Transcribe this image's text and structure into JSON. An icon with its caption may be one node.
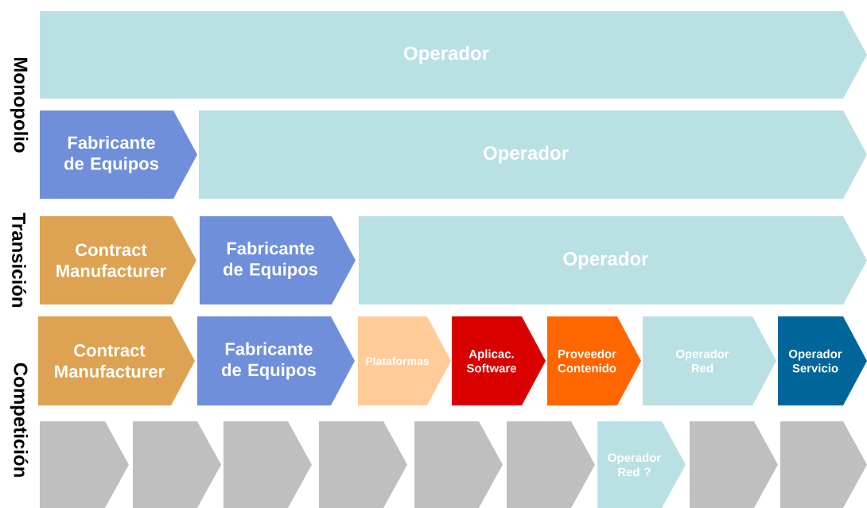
{
  "diagram": {
    "nodes": [
      {
        "text": [
          "Operador"
        ]
      },
      {
        "text": [
          "Fabricante de Equipos"
        ]
      },
      {
        "text": [
          "Operador"
        ]
      },
      {
        "text": [
          "Contract Manufacturer"
        ]
      },
      {
        "text": [
          "Fabricante de Equipos"
        ]
      },
      {
        "text": [
          "Operador"
        ]
      },
      {
        "text": [
          "Contract Manufacturer"
        ]
      },
      {
        "text": [
          "Fabricante de Equipos"
        ]
      },
      {
        "text": [
          "Plataformas"
        ]
      },
      {
        "text": [
          "Aplicac. Software"
        ]
      },
      {
        "text": [
          "Proveedor Contenido"
        ]
      },
      {
        "text": [
          "Operador Red"
        ]
      },
      {
        "text": [
          "Operador Servicio"
        ]
      },
      {
        "text": [],
        "shape": "chevron"
      },
      {
        "text": [],
        "shape": "chevron"
      },
      {
        "text": [],
        "shape": "chevron"
      },
      {
        "text": [],
        "shape": "chevron"
      },
      {
        "text": [],
        "shape": "chevron"
      },
      {
        "text": [],
        "shape": "chevron"
      },
      {
        "text": [
          "Operador Red ?"
        ]
      },
      {
        "text": [],
        "shape": "chevron"
      },
      {
        "text": [],
        "shape": "chevron"
      }
    ],
    "labels": [
      "Monopolio",
      "Transición",
      "Competición"
    ]
  }
}
